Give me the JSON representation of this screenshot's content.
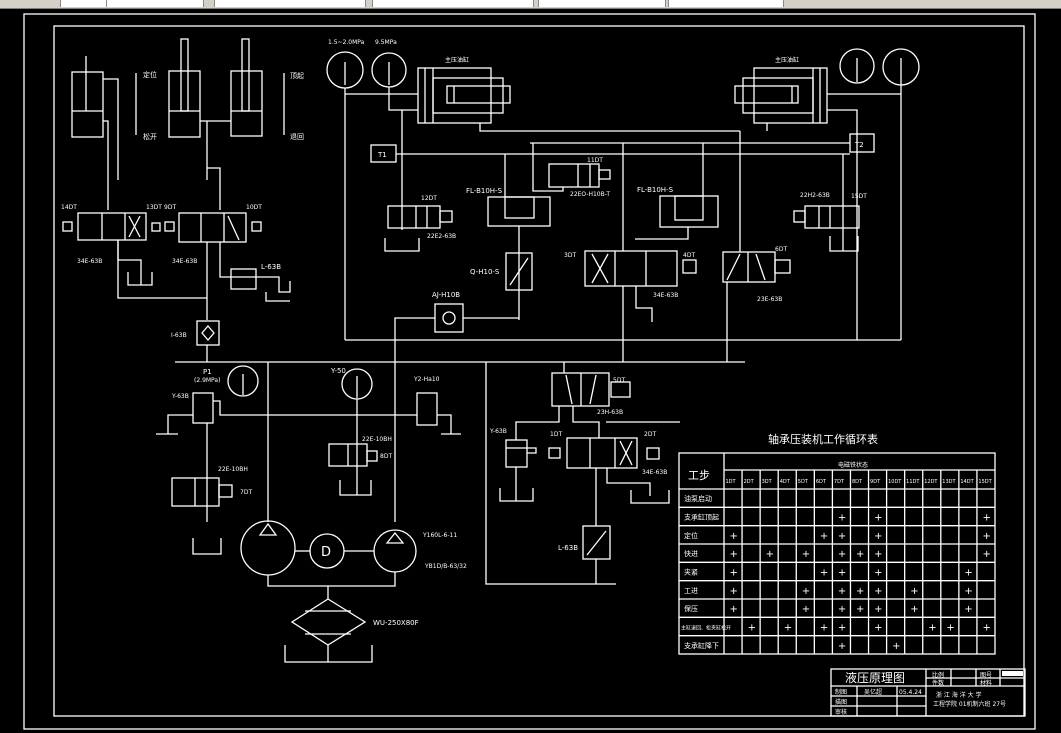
{
  "toolbar": {
    "segments": 6
  },
  "drawing": {
    "background": "#000000",
    "line_color": "#ffffff",
    "cylinders": {
      "left_labels": {
        "top": "定位",
        "bottom": "松开"
      },
      "right_labels": {
        "top": "顶起",
        "bottom": "退回"
      },
      "press_left_label": "主压油缸",
      "press_right_label": "主压油缸",
      "gauge_left_a": "1.5~2.0MPa",
      "gauge_left_b": "9.5MPa"
    },
    "components": {
      "v14": "14DT",
      "v13": "13DT",
      "v9": "9DT",
      "v10": "10DT",
      "valve_34e_a": "34E-63B",
      "valve_34e_b": "34E-63B",
      "throttle_l63b": "L-63B",
      "check_i63b": "I-63B",
      "t1": "T1",
      "t2": "T2",
      "v12": "12DT",
      "valve_22e2": "22E2-63B",
      "fl_left": "FL-B10H-S",
      "fl_right": "FL-B10H-S",
      "v11": "11DT",
      "valve_22eo": "22EO-H10B-T",
      "q_h10s": "Q-H10-S",
      "aj_h10b": "AJ-H10B",
      "v3": "3DT",
      "v4": "4DT",
      "valve_34e_c": "34E-63B",
      "v6": "6DT",
      "valve_23e": "23E-63B",
      "valve_22h2": "22H2-63B",
      "v15": "15DT",
      "p1": "P1",
      "p1_value": "(2.9MPa)",
      "relief_y63b": "Y-63B",
      "gauge_y50": "Y-50",
      "relief_y2": "Y2-Ha10",
      "valve_22e10bh_a": "22E-10BH",
      "v8": "8DT",
      "valve_22e10bh_b": "22E-10BH",
      "v7": "7DT",
      "motor": "D",
      "pump_a": "Y160L-6-11",
      "pump_b": "YB1D/B-63/32",
      "filter": "WU-250X80F",
      "v5": "5DT",
      "valve_23h": "23H-63B",
      "relief_y63b_b": "Y-63B",
      "v1": "1DT",
      "v2": "2DT",
      "valve_34e_d": "34E-63B",
      "throttle_l63b_b": "L-63B"
    }
  },
  "cycle_table": {
    "title": "轴承压装机工作循环表",
    "step_header": "工步",
    "group_header": "电磁铁状态",
    "columns": [
      "1DT",
      "2DT",
      "3DT",
      "4DT",
      "5DT",
      "6DT",
      "7DT",
      "8DT",
      "9DT",
      "10DT",
      "11DT",
      "12DT",
      "13DT",
      "14DT",
      "15DT"
    ],
    "mark": "+",
    "rows": [
      {
        "step": "油泵启动",
        "on": []
      },
      {
        "step": "支承缸顶起",
        "on": [
          "7DT",
          "9DT",
          "15DT"
        ]
      },
      {
        "step": "定位",
        "on": [
          "1DT",
          "6DT",
          "7DT",
          "9DT",
          "15DT"
        ]
      },
      {
        "step": "快进",
        "on": [
          "1DT",
          "3DT",
          "5DT",
          "7DT",
          "8DT",
          "9DT",
          "15DT"
        ]
      },
      {
        "step": "夹紧",
        "on": [
          "1DT",
          "6DT",
          "7DT",
          "9DT",
          "14DT"
        ]
      },
      {
        "step": "工进",
        "on": [
          "1DT",
          "5DT",
          "7DT",
          "8DT",
          "9DT",
          "11DT",
          "14DT"
        ]
      },
      {
        "step": "保压",
        "on": [
          "1DT",
          "5DT",
          "7DT",
          "8DT",
          "9DT",
          "11DT",
          "14DT"
        ]
      },
      {
        "step": "主缸退回、松夹缸松开",
        "on": [
          "2DT",
          "4DT",
          "6DT",
          "7DT",
          "9DT",
          "12DT",
          "13DT",
          "15DT"
        ]
      },
      {
        "step": "支承缸降下",
        "on": [
          "7DT",
          "10DT"
        ]
      }
    ]
  },
  "title_block": {
    "drawing_name": "液压原理图",
    "scale_label": "比例",
    "qty_label": "件数",
    "sheet_label": "图号",
    "material_label": "材料",
    "drawn_label": "制图",
    "drawn_by": "吴亿超",
    "drawn_date": "05.4.24",
    "draw_label": "描图",
    "check_label": "审核",
    "school": "浙 江 海 洋 大 学",
    "class_info": "工程学院 01机制六班 27号"
  }
}
